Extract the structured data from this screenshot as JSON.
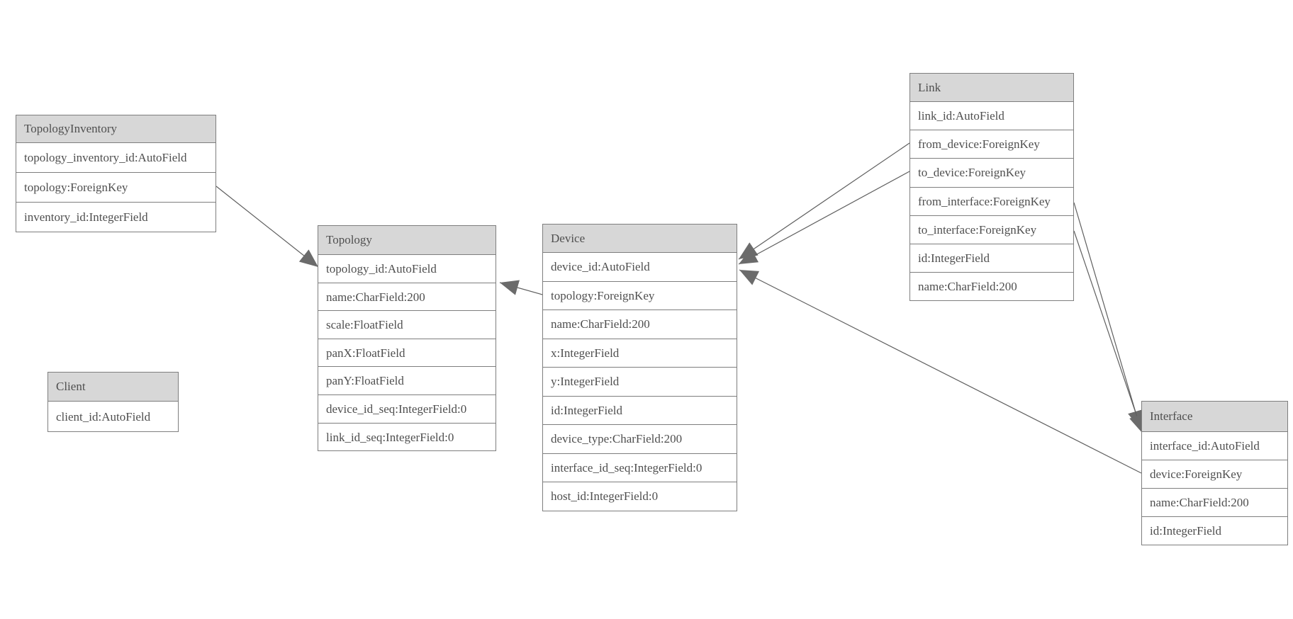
{
  "diagram": {
    "type": "entity-relationship-model-graph",
    "colors": {
      "header_fill": "#d7d7d7",
      "border": "#7e7e7e",
      "text": "#4f4f4f",
      "edge": "#5f5f5f",
      "arrowhead": "#6b6b6b",
      "background": "#ffffff"
    },
    "entities": {
      "topology_inventory": {
        "title": "TopologyInventory",
        "fields": [
          "topology_inventory_id:AutoField",
          "topology:ForeignKey",
          "inventory_id:IntegerField"
        ]
      },
      "topology": {
        "title": "Topology",
        "fields": [
          "topology_id:AutoField",
          "name:CharField:200",
          "scale:FloatField",
          "panX:FloatField",
          "panY:FloatField",
          "device_id_seq:IntegerField:0",
          "link_id_seq:IntegerField:0"
        ]
      },
      "client": {
        "title": "Client",
        "fields": [
          "client_id:AutoField"
        ]
      },
      "device": {
        "title": "Device",
        "fields": [
          "device_id:AutoField",
          "topology:ForeignKey",
          "name:CharField:200",
          "x:IntegerField",
          "y:IntegerField",
          "id:IntegerField",
          "device_type:CharField:200",
          "interface_id_seq:IntegerField:0",
          "host_id:IntegerField:0"
        ]
      },
      "link": {
        "title": "Link",
        "fields": [
          "link_id:AutoField",
          "from_device:ForeignKey",
          "to_device:ForeignKey",
          "from_interface:ForeignKey",
          "to_interface:ForeignKey",
          "id:IntegerField",
          "name:CharField:200"
        ]
      },
      "interface": {
        "title": "Interface",
        "fields": [
          "interface_id:AutoField",
          "device:ForeignKey",
          "name:CharField:200",
          "id:IntegerField"
        ]
      }
    },
    "relationships": [
      {
        "from": "TopologyInventory.topology",
        "to": "Topology"
      },
      {
        "from": "Device.topology",
        "to": "Topology"
      },
      {
        "from": "Link.from_device",
        "to": "Device"
      },
      {
        "from": "Link.to_device",
        "to": "Device"
      },
      {
        "from": "Interface.device",
        "to": "Device"
      },
      {
        "from": "Link.from_interface",
        "to": "Interface"
      },
      {
        "from": "Link.to_interface",
        "to": "Interface"
      }
    ]
  }
}
